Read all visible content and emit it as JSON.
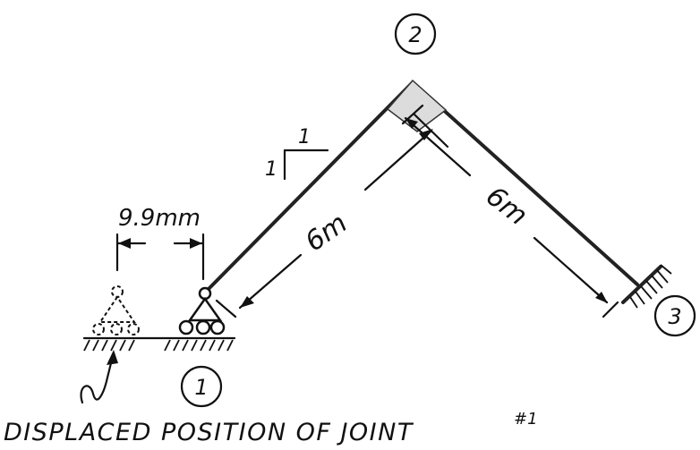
{
  "joints": {
    "j1": "1",
    "j2": "2",
    "j3": "3"
  },
  "dimensions": {
    "displacement": "9.9mm",
    "member_left_length": "6m",
    "member_right_length": "6m"
  },
  "slope": {
    "rise": "1",
    "run": "1"
  },
  "caption": {
    "text": "DISPLACED POSITION OF JOINT",
    "joint_mark": "#1"
  },
  "colors": {
    "ink": "#111111",
    "member": "#222222",
    "joint_fill": "#dddddd"
  }
}
